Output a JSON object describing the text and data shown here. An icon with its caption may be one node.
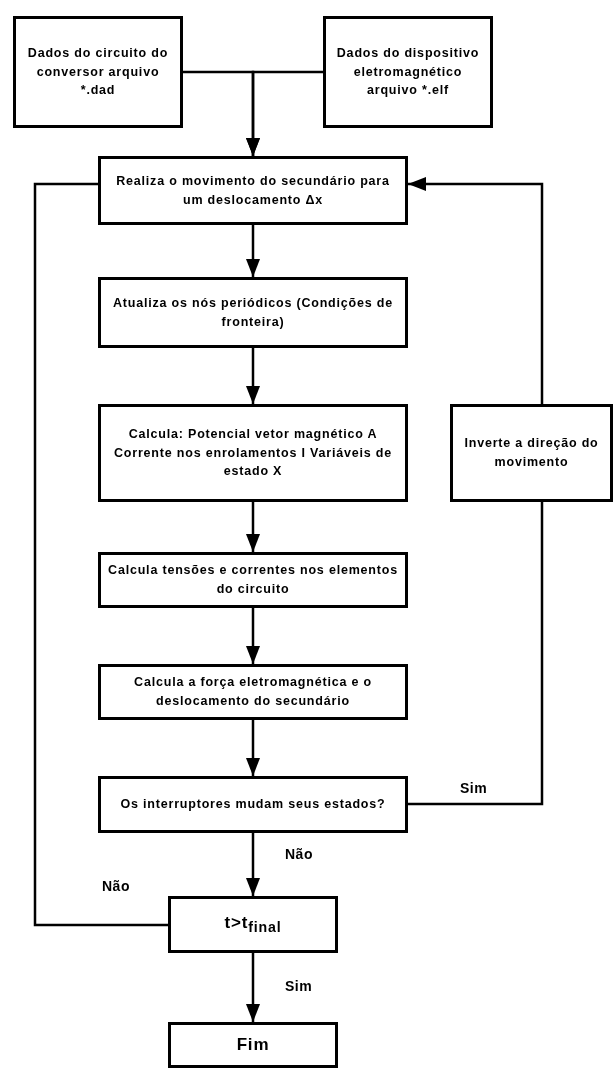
{
  "diagram": {
    "nodes": [
      {
        "text": [
          "Dados do circuito do conversor arquivo *.dad"
        ]
      },
      {
        "text": [
          "Dados do dispositivo eletromagnético arquivo *.elf"
        ]
      },
      {
        "text": [
          "Realiza o movimento do secundário para um deslocamento Δx"
        ]
      },
      {
        "text": [
          "Atualiza os nós periódicos (Condições de fronteira)"
        ]
      },
      {
        "text": [
          "Calcula: Potencial vetor magnético A Corrente nos enrolamentos I Variáveis de estado X"
        ]
      },
      {
        "text": [
          "Inverte a direção do movimento"
        ]
      },
      {
        "text": [
          "Calcula tensões e correntes nos elementos do circuito"
        ]
      },
      {
        "text": [
          "Calcula a força eletromagnética e o deslocamento do secundário"
        ]
      },
      {
        "text": [
          "Os interruptores mudam seus estados?"
        ]
      },
      {
        "text": [
          "t>t$_{final}$"
        ]
      },
      {
        "text": [
          "Fim"
        ]
      }
    ],
    "edges": [
      {
        "from": 0,
        "to": 2,
        "arrow": "to"
      },
      {
        "from": 1,
        "to": 2,
        "arrow": "to"
      },
      {
        "from": 2,
        "to": 3,
        "arrow": "to"
      },
      {
        "from": 3,
        "to": 4,
        "arrow": "to"
      },
      {
        "from": 4,
        "to": 6,
        "arrow": "to"
      },
      {
        "from": 6,
        "to": 7,
        "arrow": "to"
      },
      {
        "from": 7,
        "to": 8,
        "arrow": "to"
      },
      {
        "from": 8,
        "to": 9,
        "arrow": "to",
        "label": "Não"
      },
      {
        "from": 9,
        "to": 10,
        "arrow": "to",
        "label": "Sim"
      },
      {
        "from": 8,
        "to": 5,
        "arrow": "none",
        "label": "Sim"
      },
      {
        "from": 5,
        "to": 2,
        "arrow": "to"
      },
      {
        "from": 9,
        "to": 2,
        "arrow": "none",
        "label": "Não"
      }
    ]
  }
}
